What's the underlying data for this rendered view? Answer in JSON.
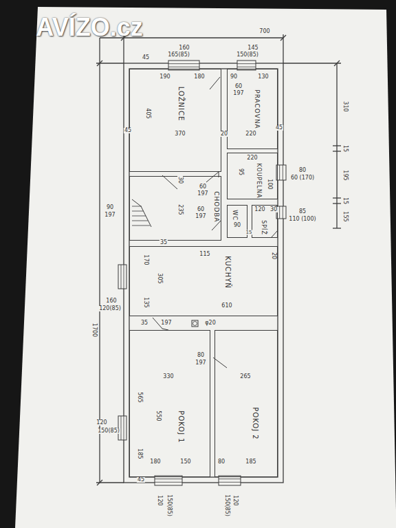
{
  "diagram": {
    "nodes": [
      {
        "text": [
          "LOŽNICE"
        ]
      },
      {
        "text": [
          "PRACOVNA"
        ]
      },
      {
        "text": [
          "KOUPELNA"
        ]
      },
      {
        "text": [
          "CHODBA"
        ]
      },
      {
        "text": [
          "WC"
        ]
      },
      {
        "text": [
          "SPÍŽ"
        ]
      },
      {
        "text": [
          "KUCHYŇ"
        ]
      },
      {
        "text": [
          "POKOJ 1"
        ]
      },
      {
        "text": [
          "POKOJ 2"
        ]
      }
    ],
    "labels": [
      "AVÍZO.cz",
      "700",
      "160",
      "165(85)",
      "145",
      "150(85)",
      "45",
      "190",
      "180",
      "90",
      "130",
      "60",
      "197",
      "405",
      "370",
      "45",
      "20",
      "220",
      "45",
      "310",
      "15",
      "195",
      "15",
      "155",
      "220",
      "95",
      "100",
      "80",
      "60 (170)",
      "30",
      "60",
      "197",
      "235",
      "90",
      "197",
      "60",
      "197",
      "120",
      "30",
      "90",
      "15",
      "85",
      "110 (100)",
      "35",
      "115",
      "20",
      "170",
      "305",
      "610",
      "160",
      "120(85)",
      "1700",
      "135",
      "35",
      "197",
      "φ20",
      "80",
      "197",
      "330",
      "265",
      "565",
      "550",
      "120",
      "150(85)",
      "185",
      "180",
      "150",
      "80",
      "185",
      "45",
      "120",
      "150(85)",
      "120",
      "150(85)"
    ]
  }
}
